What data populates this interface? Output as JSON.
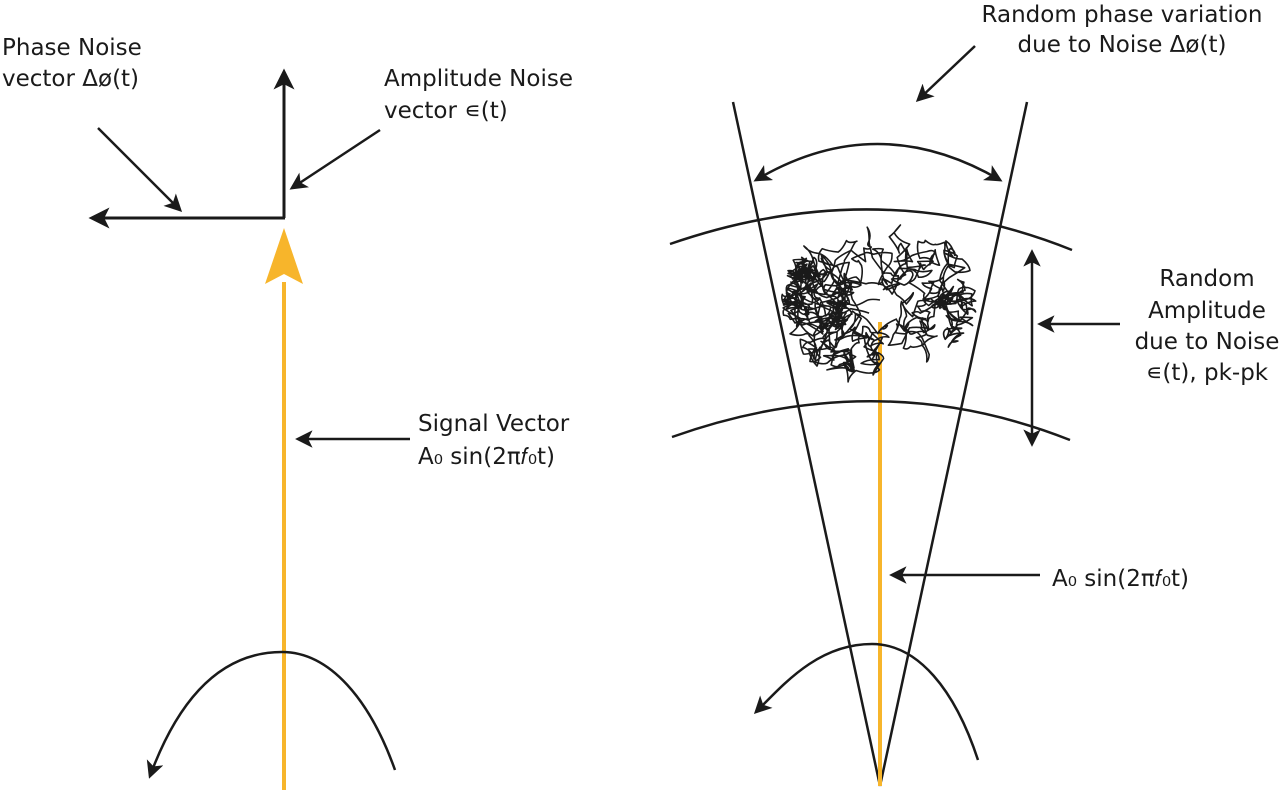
{
  "left": {
    "phase_noise_label": [
      "Phase Noise",
      "vector Δø(t)"
    ],
    "amplitude_noise_label": [
      "Amplitude Noise",
      "vector ∊(t)"
    ],
    "signal_vector_label": [
      "Signal Vector",
      "A₀ sin(2π𝑓₀t)"
    ]
  },
  "right": {
    "phase_variation_label": [
      "Random phase variation",
      "due to Noise Δø(t)"
    ],
    "random_amplitude_label": [
      "Random",
      "Amplitude",
      "due to Noise",
      "∊(t), pk-pk"
    ],
    "signal_label": "A₀ sin(2π𝑓₀t)"
  },
  "colors": {
    "signal": "#F7B52B",
    "ink": "#1a1a1a",
    "background": "#ffffff"
  }
}
